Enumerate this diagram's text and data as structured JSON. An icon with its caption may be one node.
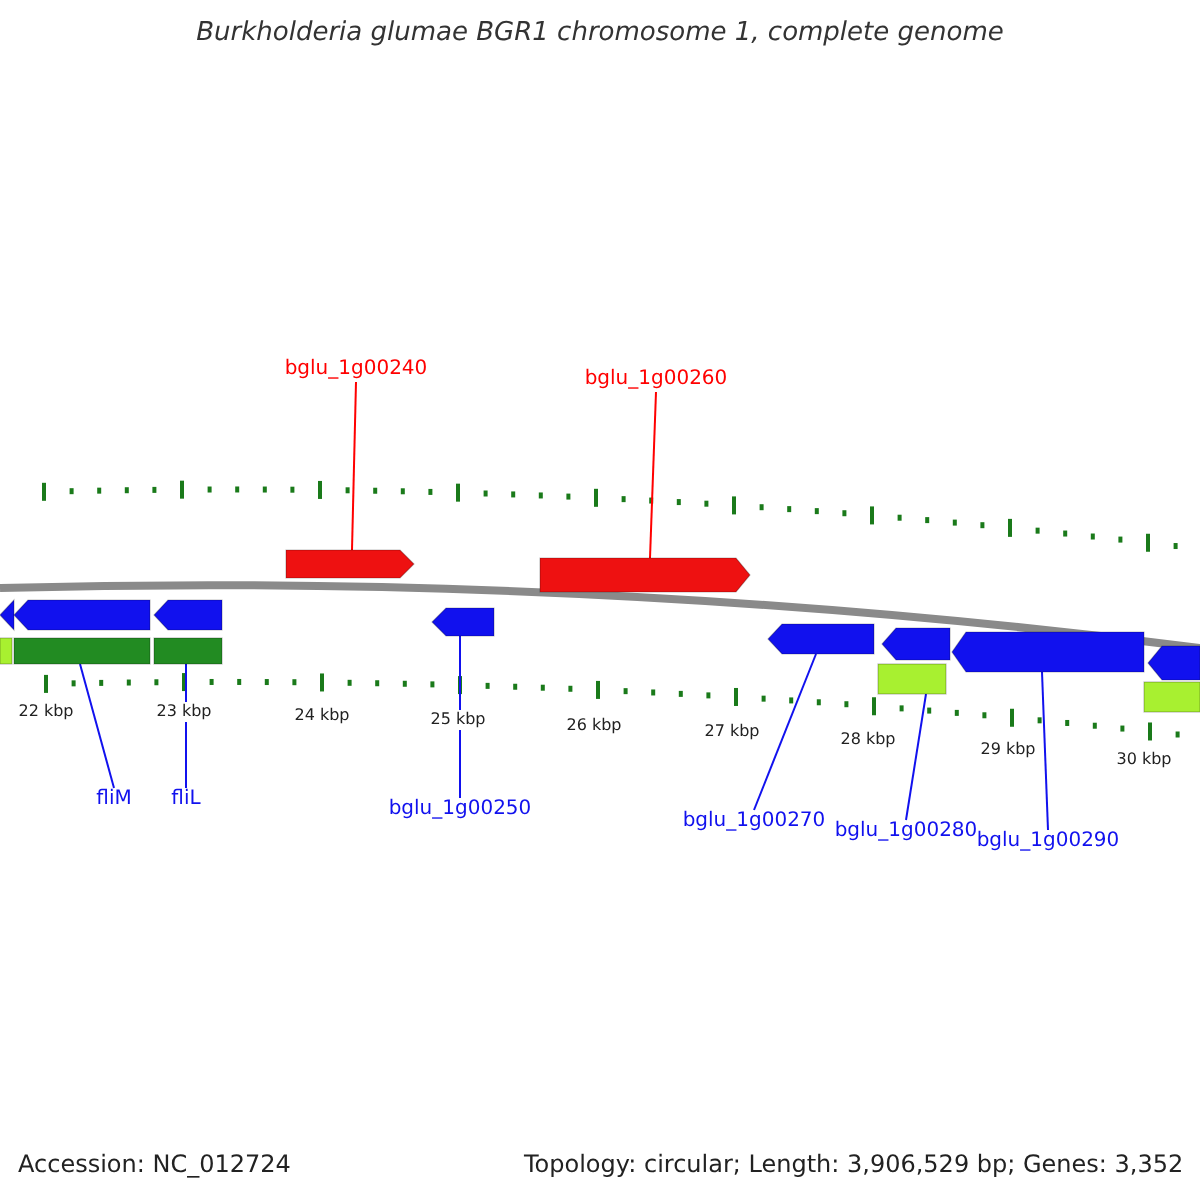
{
  "diagram": {
    "title": "Burkholderia glumae BGR1 chromosome 1, complete genome",
    "nodes": [
      {
        "text": [
          "bglu_1g00240"
        ]
      },
      {
        "text": [
          "bglu_1g00260"
        ]
      },
      {
        "text": [],
        "shape": "arrow"
      },
      {
        "text": [],
        "shape": "arrow"
      },
      {
        "text": [],
        "shape": "arrow"
      },
      {
        "text": [],
        "shape": "arrow"
      },
      {
        "text": [],
        "shape": "arrow"
      },
      {
        "text": [],
        "shape": "arrow"
      },
      {
        "text": [],
        "shape": "arrow"
      },
      {
        "text": [],
        "shape": "arrow"
      },
      {
        "text": [],
        "shape": "arrow"
      },
      {
        "text": [],
        "shape": "arrow"
      },
      {
        "text": [],
        "shape": "bar"
      },
      {
        "text": [],
        "shape": "bar"
      },
      {
        "text": [],
        "shape": "bar"
      },
      {
        "text": [],
        "shape": "bar"
      },
      {
        "text": [],
        "shape": "bar"
      },
      {
        "text": [
          "fliM"
        ]
      },
      {
        "text": [
          "fliL"
        ]
      },
      {
        "text": [
          "bglu_1g00250"
        ]
      },
      {
        "text": [
          "bglu_1g00270"
        ]
      },
      {
        "text": [
          "bglu_1g00280"
        ]
      },
      {
        "text": [
          "bglu_1g00290"
        ]
      }
    ],
    "edges": [
      {
        "from": 0,
        "to": 2,
        "arrow": "none",
        "color": "#ff0000"
      },
      {
        "from": 1,
        "to": 3,
        "arrow": "none",
        "color": "#ff0000"
      },
      {
        "from": 17,
        "to": 13,
        "arrow": "none"
      },
      {
        "from": 18,
        "to": 14,
        "arrow": "none"
      },
      {
        "from": 19,
        "to": 7,
        "arrow": "none"
      },
      {
        "from": 20,
        "to": 8,
        "arrow": "none"
      },
      {
        "from": 21,
        "to": 15,
        "arrow": "none"
      },
      {
        "from": 22,
        "to": 10,
        "arrow": "none"
      }
    ],
    "labels": [
      "22 kbp",
      "23 kbp",
      "24 kbp",
      "25 kbp",
      "26 kbp",
      "27 kbp",
      "28 kbp",
      "29 kbp",
      "30 kbp",
      "Accession: NC_012724",
      "Topology: circular; Length: 3,906,529 bp; Genes: 3,352"
    ]
  }
}
